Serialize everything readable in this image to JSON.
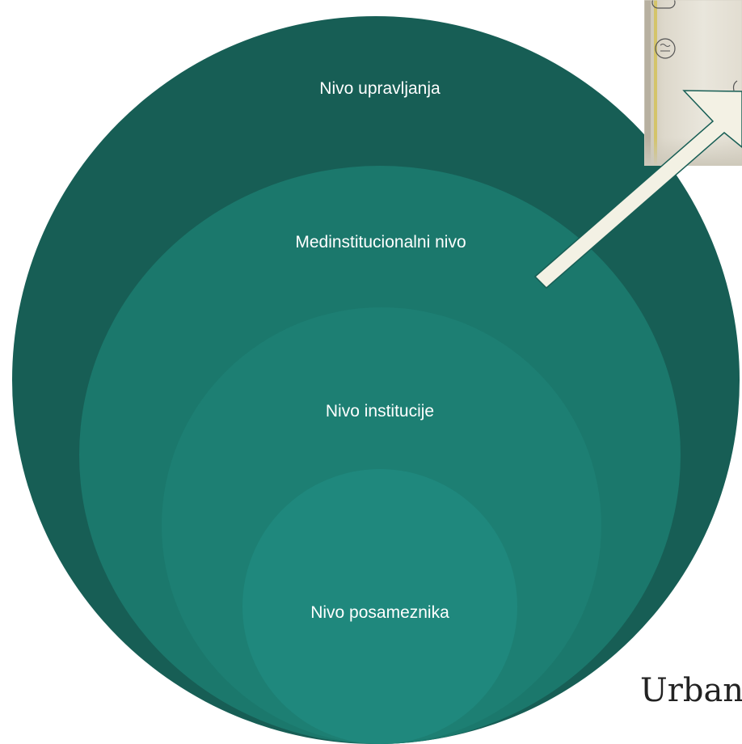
{
  "levels": [
    {
      "label": "Nivo upravljanja"
    },
    {
      "label": "Medinstitucionalni nivo"
    },
    {
      "label": "Nivo institucije"
    },
    {
      "label": "Nivo posameznika"
    }
  ],
  "footer": {
    "text": "Urban"
  },
  "colors": {
    "outer": "#175e55",
    "second": "#1b786c",
    "third": "#1d7f73",
    "inner": "#1f887d",
    "arrow_fill": "#f3f1e4",
    "arrow_stroke": "#175e55"
  },
  "photo": {
    "icon": "sticky-note-photo-icon"
  },
  "arrow": {
    "icon": "arrow-icon"
  }
}
